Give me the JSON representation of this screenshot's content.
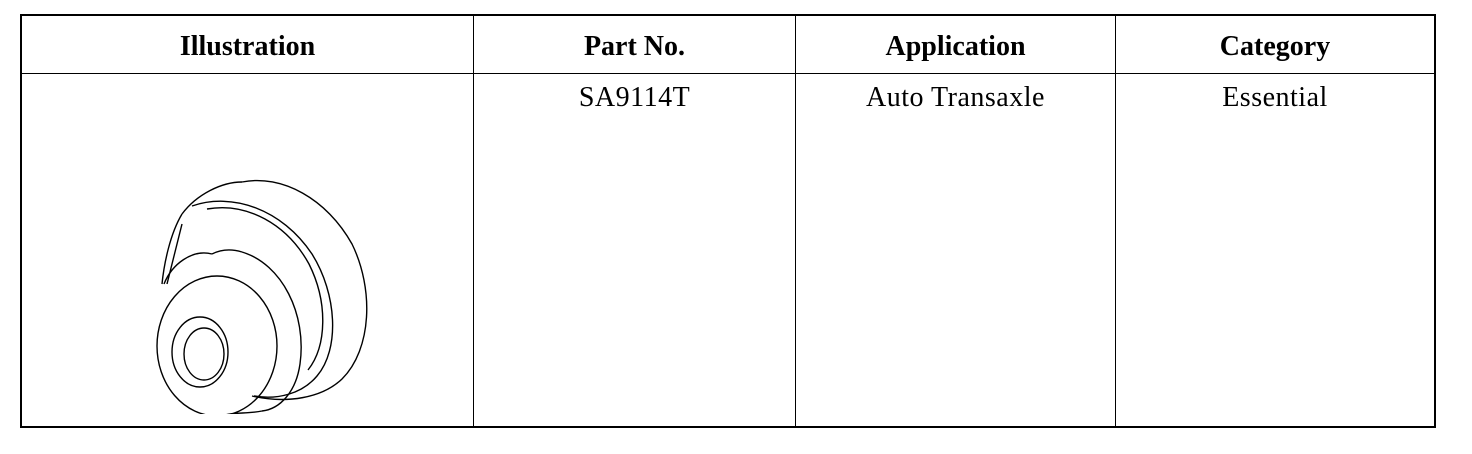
{
  "table": {
    "headers": {
      "illustration": "Illustration",
      "part_no": "Part No.",
      "application": "Application",
      "category": "Category"
    },
    "rows": [
      {
        "illustration_icon": "bushing-drawing-icon",
        "part_no": "SA9114T",
        "application": "Auto Transaxle",
        "category": "Essential"
      }
    ]
  }
}
